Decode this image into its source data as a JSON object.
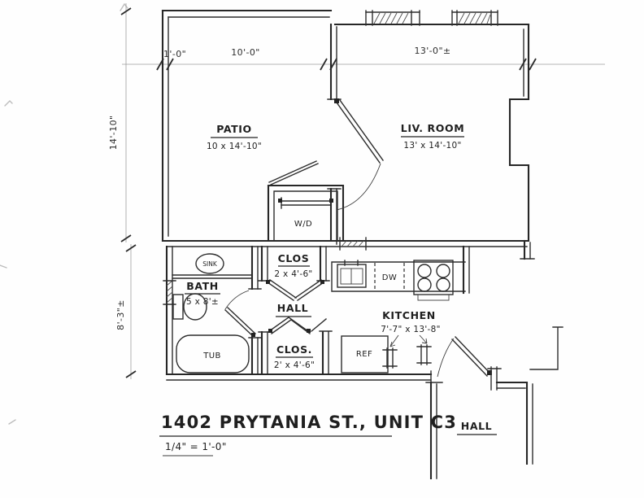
{
  "page": {
    "background": "#fefefe",
    "ink": "#272727"
  },
  "title_block": {
    "address": "1402 PRYTANIA ST., UNIT C3",
    "scale": "1/4\" = 1'-0\""
  },
  "dimensions": {
    "top_offset": "1'-0\"",
    "patio_width": "10'-0\"",
    "living_width": "13'-0\"±",
    "upper_height": "14'-10\"",
    "lower_height": "8'-3\"±"
  },
  "rooms": {
    "patio": {
      "name": "PATIO",
      "size": "10 x 14'-10\""
    },
    "living": {
      "name": "LIV. ROOM",
      "size": "13' x 14'-10\""
    },
    "bath": {
      "name": "BATH",
      "size": "5 x 8'±"
    },
    "kitchen": {
      "name": "KITCHEN",
      "size": "7'-7\" x 13'-8\""
    },
    "closet_top": {
      "name": "CLOS",
      "size": "2 x 4'-6\""
    },
    "closet_bottom": {
      "name": "CLOS.",
      "size": "2' x 4'-6\""
    },
    "hall_center": {
      "name": "HALL"
    },
    "hall_entry": {
      "name": "HALL"
    }
  },
  "fixtures": {
    "washer_dryer": "W/D",
    "sink": "SINK",
    "tub": "TUB",
    "refrigerator": "REF",
    "dishwasher": "DW"
  }
}
